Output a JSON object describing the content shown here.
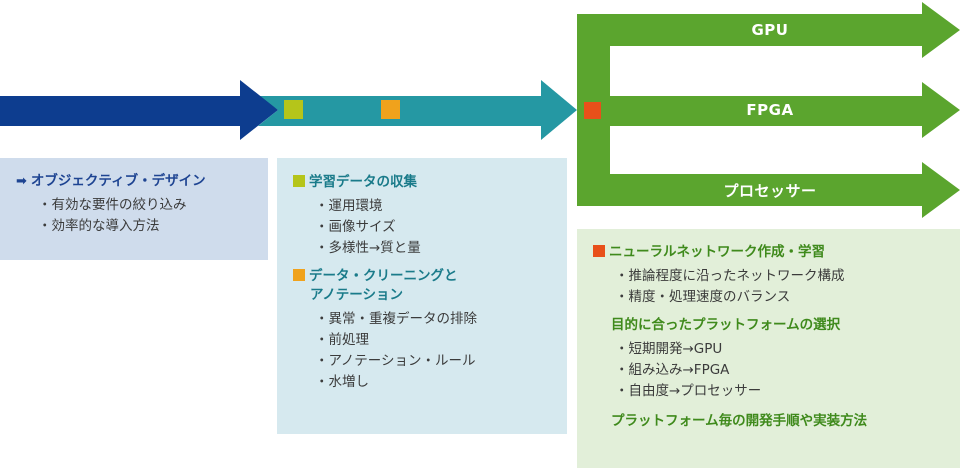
{
  "colors": {
    "dark_blue": "#0d3d8f",
    "teal": "#2598a3",
    "green": "#5ba52e",
    "square_lime": "#b5c51a",
    "square_orange": "#f0a21c",
    "square_red": "#e8501a"
  },
  "arrows": {
    "gpu": "GPU",
    "fpga": "FPGA",
    "processor": "プロセッサー"
  },
  "objective": {
    "heading": "オブジェクティブ・デザイン",
    "items": [
      "・有効な要件の絞り込み",
      "・効率的な導入方法"
    ]
  },
  "data": {
    "collection": {
      "heading": "学習データの収集",
      "items": [
        "・運用環境",
        "・画像サイズ",
        "・多様性→質と量"
      ]
    },
    "cleaning": {
      "heading_line1": "データ・クリーニングと",
      "heading_line2": "アノテーション",
      "items": [
        "・異常・重複データの排除",
        "・前処理",
        "・アノテーション・ルール",
        "・水増し"
      ]
    }
  },
  "nn": {
    "heading": "ニューラルネットワーク作成・学習",
    "items": [
      "・推論程度に沿ったネットワーク構成",
      "・精度・処理速度のバランス"
    ],
    "platform": {
      "heading": "目的に合ったプラットフォームの選択",
      "items": [
        "・短期開発→GPU",
        "・組み込み→FPGA",
        "・自由度→プロセッサー"
      ]
    },
    "method": "プラットフォーム毎の開発手順や実装方法"
  }
}
